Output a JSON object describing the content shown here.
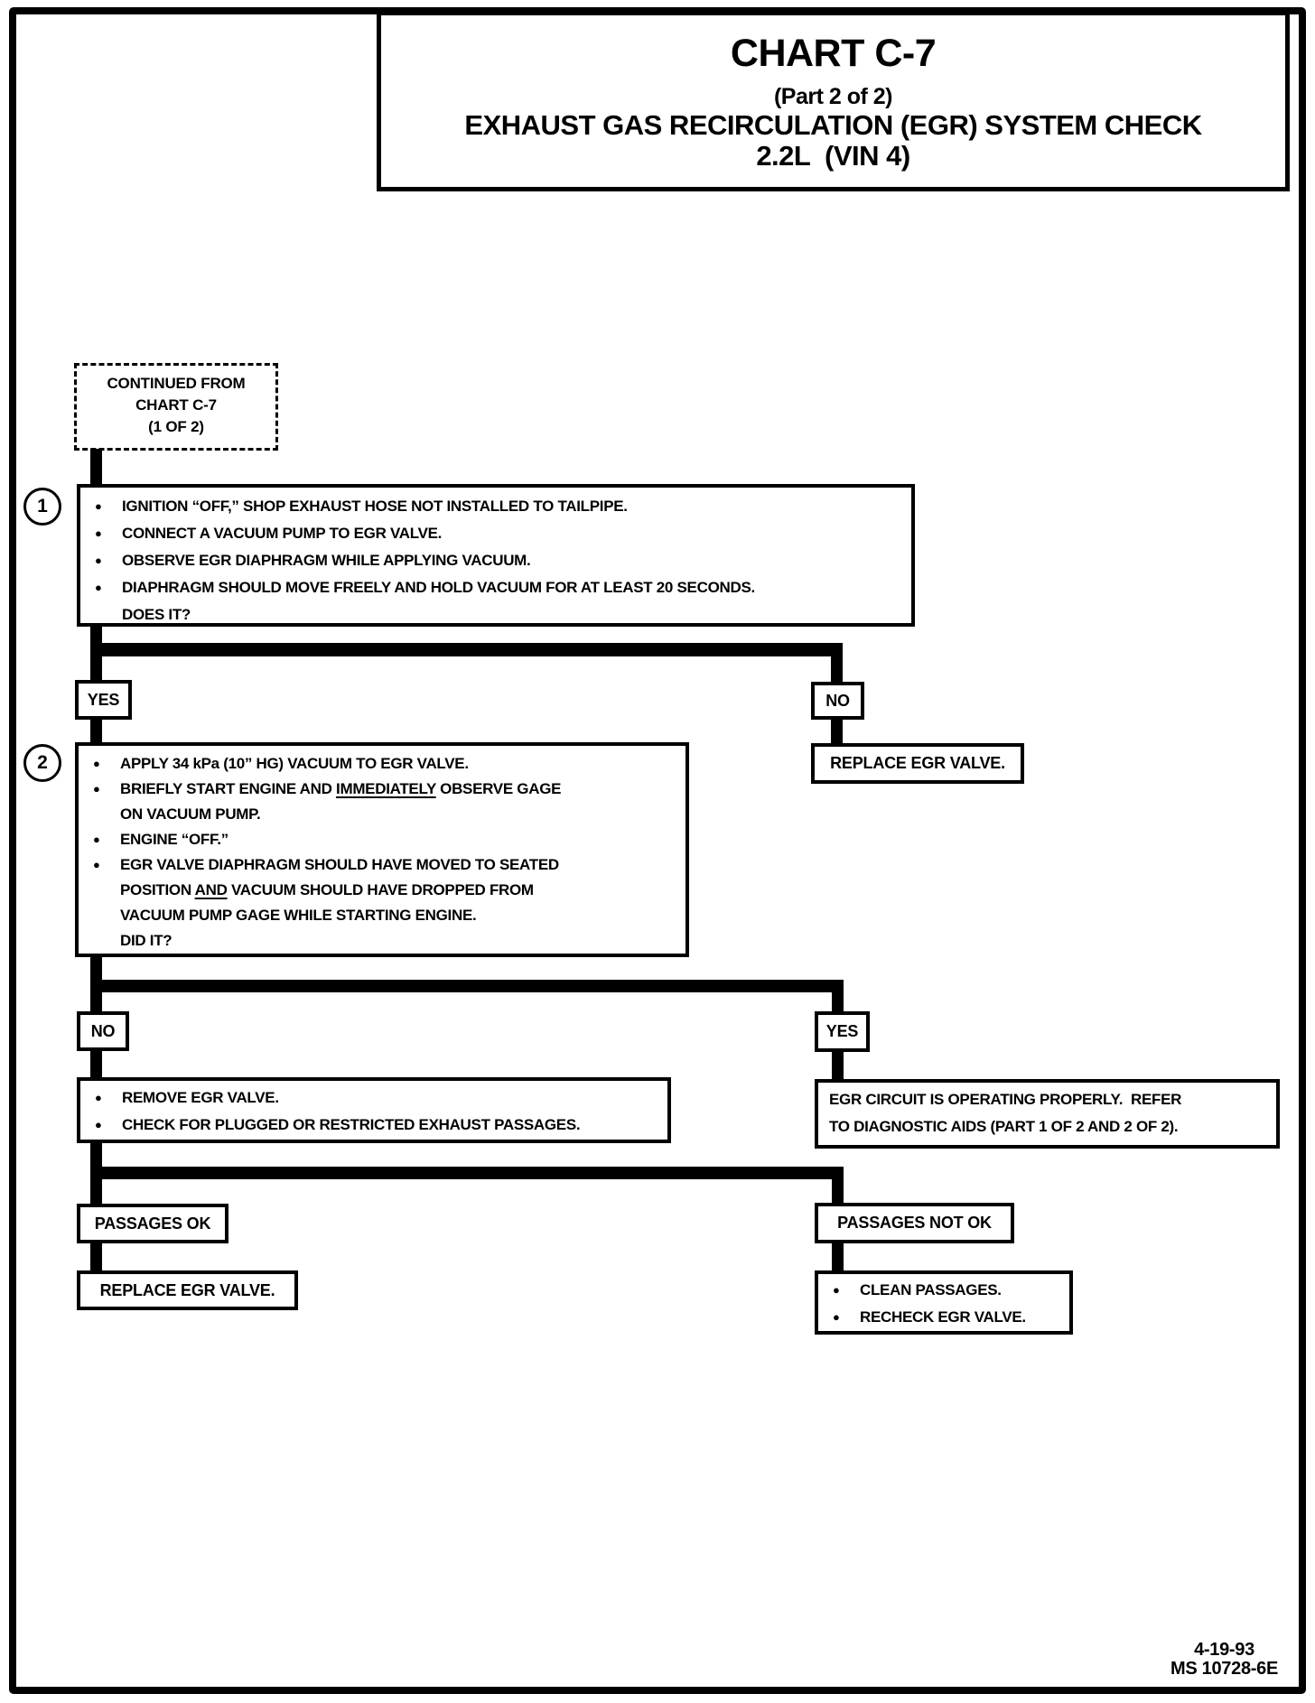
{
  "title_box": {
    "line1": "CHART C-7",
    "line2": "(Part 2 of 2)",
    "line3": "EXHAUST GAS RECIRCULATION (EGR) SYSTEM CHECK",
    "line4": "2.2L  (VIN 4)"
  },
  "continued_box": {
    "line1": "CONTINUED FROM",
    "line2": "CHART C-7",
    "line3": "(1 OF 2)"
  },
  "step1": {
    "number": "1",
    "bullets": [
      "IGNITION “OFF,” SHOP EXHAUST HOSE NOT INSTALLED TO TAILPIPE.",
      "CONNECT A VACUUM PUMP TO EGR VALVE.",
      "OBSERVE EGR DIAPHRAGM WHILE APPLYING VACUUM.",
      "DIAPHRAGM SHOULD MOVE FREELY AND HOLD VACUUM FOR AT LEAST 20 SECONDS.\nDOES IT?"
    ]
  },
  "branch1": {
    "yes": "YES",
    "no": "NO"
  },
  "replace_valve_top": "REPLACE EGR VALVE.",
  "step2": {
    "number": "2",
    "bullets": [
      "APPLY 34 kPa (10” HG) VACUUM TO EGR VALVE.",
      "BRIEFLY START ENGINE AND __IMMEDIATELY__ OBSERVE GAGE\nON VACUUM PUMP.",
      "ENGINE “OFF.”",
      "EGR VALVE DIAPHRAGM SHOULD HAVE MOVED TO SEATED\nPOSITION __AND__ VACUUM SHOULD HAVE DROPPED FROM\nVACUUM PUMP GAGE WHILE STARTING ENGINE.\nDID IT?"
    ]
  },
  "branch2": {
    "no": "NO",
    "yes": "YES"
  },
  "remove_box": {
    "bullets": [
      "REMOVE EGR VALVE.",
      "CHECK FOR PLUGGED OR RESTRICTED EXHAUST PASSAGES."
    ]
  },
  "egr_ok_box": "EGR CIRCUIT IS OPERATING PROPERLY.  REFER\nTO DIAGNOSTIC AIDS (PART 1 OF 2 AND 2 OF 2).",
  "branch3": {
    "ok": "PASSAGES OK",
    "not_ok": "PASSAGES NOT OK"
  },
  "replace_valve_bottom": "REPLACE EGR VALVE.",
  "clean_box": {
    "bullets": [
      "CLEAN PASSAGES.",
      "RECHECK EGR VALVE."
    ]
  },
  "footer": {
    "date": "4-19-93",
    "doc_id": "MS 10728-6E"
  },
  "colors": {
    "ink": "#000000",
    "paper": "#ffffff"
  }
}
